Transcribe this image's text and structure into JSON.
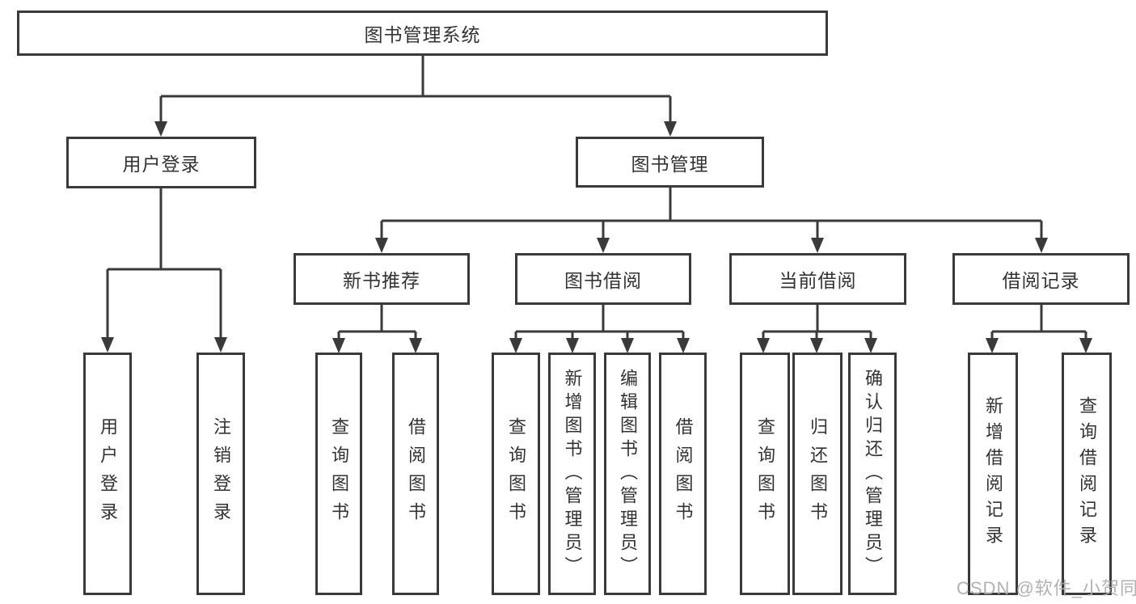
{
  "diagram": {
    "type": "hierarchy-diagram",
    "watermark": "CSDN @软件_小贺同学",
    "colors": {
      "line": "#3a3a3a",
      "box_border": "#3a3a3a",
      "box_background": "#ffffff",
      "text": "#333333",
      "watermark": "#ababab",
      "page_background": "#ffffff"
    },
    "tree": {
      "label": "图书管理系统",
      "children": [
        {
          "label": "用户登录",
          "children": [
            {
              "label": "用户登录"
            },
            {
              "label": "注销登录"
            }
          ]
        },
        {
          "label": "图书管理",
          "children": [
            {
              "label": "新书推荐",
              "children": [
                {
                  "label": "查询图书"
                },
                {
                  "label": "借阅图书"
                }
              ]
            },
            {
              "label": "图书借阅",
              "children": [
                {
                  "label": "查询图书"
                },
                {
                  "label": "新增图书（管理员）"
                },
                {
                  "label": "编辑图书（管理员）"
                },
                {
                  "label": "借阅图书"
                }
              ]
            },
            {
              "label": "当前借阅",
              "children": [
                {
                  "label": "查询图书"
                },
                {
                  "label": "归还图书"
                },
                {
                  "label": "确认归还（管理员）"
                }
              ]
            },
            {
              "label": "借阅记录",
              "children": [
                {
                  "label": "新增借阅记录"
                },
                {
                  "label": "查询借阅记录"
                }
              ]
            }
          ]
        }
      ]
    }
  }
}
